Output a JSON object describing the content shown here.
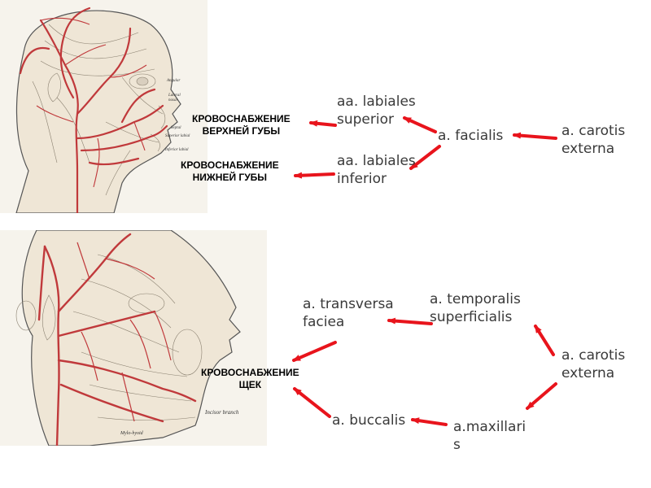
{
  "captions": {
    "upper_lip": [
      "КРОВОСНАБЖЕНИЕ",
      "ВЕРХНЕЙ ГУБЫ"
    ],
    "lower_lip": [
      "КРОВОСНАБЖЕНИЕ",
      "НИЖНЕЙ ГУБЫ"
    ],
    "cheeks": [
      "КРОВОСНАБЖЕНИЕ",
      "ЩЕК"
    ]
  },
  "top_chain": {
    "carotis": [
      "a.    carotis",
      "  externa"
    ],
    "facialis": "a. facialis",
    "labiales_superior": [
      "aa. labiales",
      "superior"
    ],
    "labiales_inferior": [
      "aa. labiales",
      "inferior"
    ]
  },
  "bottom_chain": {
    "carotis": [
      "a.    carotis",
      "  externa"
    ],
    "temporalis": [
      "a.    temporalis",
      "  superficialis"
    ],
    "transversa": [
      "a.    transversa",
      "  faciea"
    ],
    "maxillaris": [
      "a.maxillari",
      "s"
    ],
    "buccalis": "a. buccalis"
  },
  "figure_labels": {
    "top": [
      "Angular",
      "Lateral",
      "nasal",
      "Septal",
      "Superior labial",
      "Inferior labial"
    ],
    "bottom": [
      "Incisor branch",
      "Mylo-hyoid"
    ]
  },
  "colors": {
    "arrow": "#e8141c",
    "artery": "#c0393b",
    "text": "#3a3a3a",
    "caption": "#000000"
  }
}
